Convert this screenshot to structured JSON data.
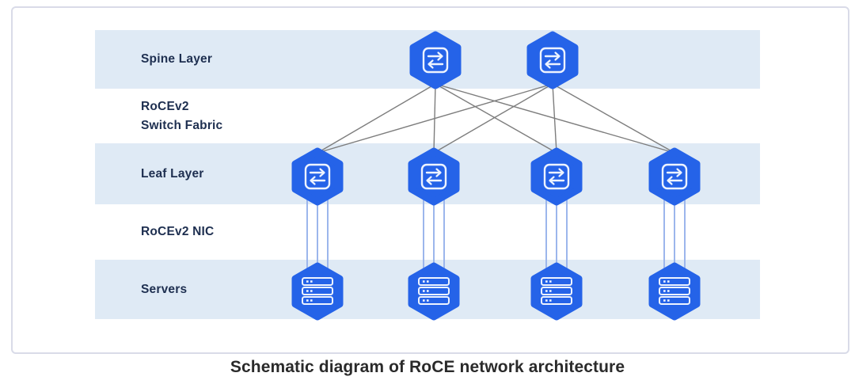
{
  "caption": "Schematic diagram of RoCE network architecture",
  "diagram": {
    "rows": [
      {
        "label": "Spine Layer",
        "shaded": true
      },
      {
        "label": "RoCEv2\nSwitch Fabric",
        "shaded": false
      },
      {
        "label": "Leaf Layer",
        "shaded": true
      },
      {
        "label": "RoCEv2 NIC",
        "shaded": false
      },
      {
        "label": "Servers",
        "shaded": true
      }
    ],
    "spine_switches": [
      {
        "id": "spine-switch-1",
        "icon": "transfer-arrows-icon"
      },
      {
        "id": "spine-switch-2",
        "icon": "transfer-arrows-icon"
      }
    ],
    "leaf_switches": [
      {
        "id": "leaf-switch-1",
        "icon": "transfer-arrows-icon"
      },
      {
        "id": "leaf-switch-2",
        "icon": "transfer-arrows-icon"
      },
      {
        "id": "leaf-switch-3",
        "icon": "transfer-arrows-icon"
      },
      {
        "id": "leaf-switch-4",
        "icon": "transfer-arrows-icon"
      }
    ],
    "servers": [
      {
        "id": "server-1",
        "icon": "server-rack-icon"
      },
      {
        "id": "server-2",
        "icon": "server-rack-icon"
      },
      {
        "id": "server-3",
        "icon": "server-rack-icon"
      },
      {
        "id": "server-4",
        "icon": "server-rack-icon"
      }
    ],
    "links": {
      "spine_to_leaf": "full-mesh",
      "leaf_to_server": "triple-parallel-nic-links"
    }
  },
  "colors": {
    "band": "#dfeaf5",
    "node": "#2563e8",
    "icon_stroke": "#edf3ff",
    "fabric_link": "#7d7d7d",
    "nic_link": "#9cb6ec",
    "label_text": "#1e2f50",
    "caption_text": "#2a2a2a",
    "frame_border": "#d9dbe8"
  }
}
